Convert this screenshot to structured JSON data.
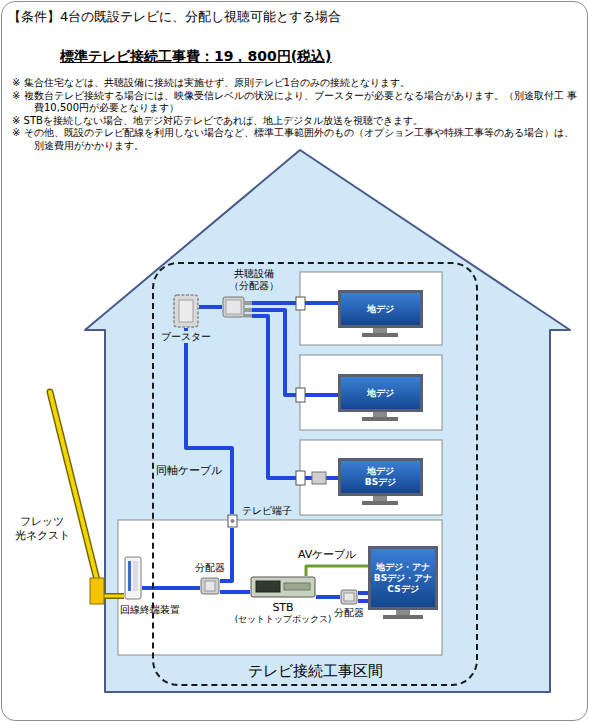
{
  "diagram": {
    "nodes": [
      {
        "text": [
          "【条件】4台の既設テレビに、分配し視聴可能とする場合",
          "標準テレビ接続工事費：19，800円(税込)",
          "※ 集合住宅などは、共聴設備に接続は実施せず、原則テレビ1台のみの接続となります。",
          "※ 複数台テレビ接続する場合には、映像受信レベルの状況により、ブースターが必要となる場合があります。（別途取付工 事費10,500円が必要となります）",
          "※ STBを接続しない場合、地デジ対応テレビであれば、地上デジタル放送を視聴できます。",
          "※ その他、既設のテレビ配線を利用しない場合など、標準工事範囲外のもの（オプション工事や特殊工事等のある場合）は、 別途費用がかかります。"
        ]
      },
      {
        "text": [
          "テレビ接続工事区間"
        ],
        "in": 0
      },
      {
        "text": [
          "ブースター"
        ],
        "in": 1
      },
      {
        "text": [
          "共聴設備 （分配器）"
        ],
        "in": 1
      },
      {
        "text": [
          "地デジ"
        ],
        "in": 1
      },
      {
        "text": [
          "地デジ"
        ],
        "in": 1
      },
      {
        "text": [
          "地デジ BSデジ"
        ],
        "in": 1
      },
      {
        "text": [
          "テレビ端子"
        ],
        "in": 1
      },
      {
        "text": [
          "回線終端装置"
        ],
        "in": 1
      },
      {
        "text": [
          "分配器"
        ],
        "in": 1
      },
      {
        "text": [
          "STB",
          "(セットトップボックス)"
        ],
        "in": 1
      },
      {
        "text": [
          "分配器"
        ],
        "in": 1
      },
      {
        "text": [
          "地デジ・アナ BSデジ・アナ CSデジ"
        ],
        "in": 1
      }
    ],
    "edges": [
      {
        "from": 2,
        "to": 3,
        "arrow": "none"
      },
      {
        "from": 3,
        "to": 4,
        "arrow": "none"
      },
      {
        "from": 3,
        "to": 5,
        "arrow": "none"
      },
      {
        "from": 3,
        "to": 6,
        "arrow": "none"
      },
      {
        "from": 2,
        "to": 7,
        "label": "同軸ケーブル",
        "arrow": "none"
      },
      {
        "from": 8,
        "to": 9,
        "arrow": "none"
      },
      {
        "from": 9,
        "to": 7,
        "arrow": "none"
      },
      {
        "from": 9,
        "to": 10,
        "arrow": "none"
      },
      {
        "from": 10,
        "to": 11,
        "arrow": "none"
      },
      {
        "from": 11,
        "to": 12,
        "arrow": "none"
      },
      {
        "from": 11,
        "to": 12,
        "arrow": "none"
      },
      {
        "from": 10,
        "to": 12,
        "label": "AVケーブル",
        "arrow": "none"
      }
    ],
    "labels": [
      "フレッツ 光ネクスト"
    ]
  }
}
